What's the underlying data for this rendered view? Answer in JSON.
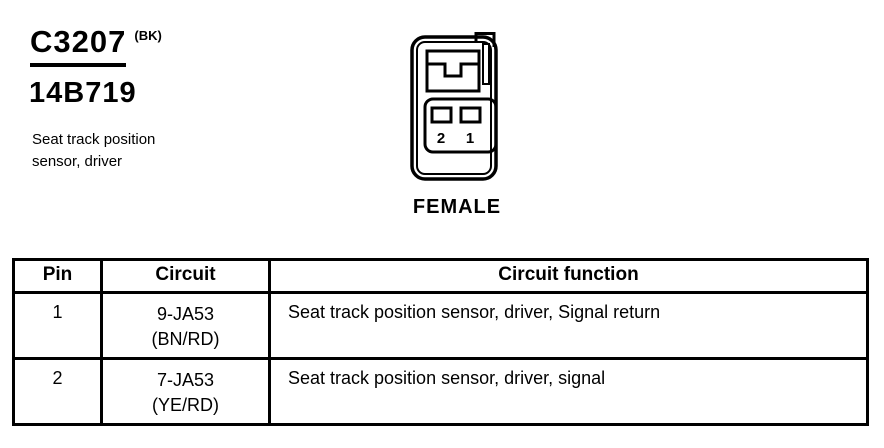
{
  "header": {
    "connector_id": "C3207",
    "color_code": "(BK)",
    "part_number": "14B719",
    "description_line1": "Seat track position",
    "description_line2": "sensor, driver"
  },
  "connector": {
    "gender_label": "FEMALE",
    "pin_labels": [
      "2",
      "1"
    ]
  },
  "table": {
    "columns": [
      "Pin",
      "Circuit",
      "Circuit function"
    ],
    "rows": [
      {
        "pin": "1",
        "circuit_line1": "9-JA53",
        "circuit_line2": "(BN/RD)",
        "function": "Seat track position sensor, driver, Signal return"
      },
      {
        "pin": "2",
        "circuit_line1": "7-JA53",
        "circuit_line2": "(YE/RD)",
        "function": "Seat track position sensor, driver, signal"
      }
    ]
  },
  "colors": {
    "ink": "#000000",
    "paper": "#ffffff"
  }
}
